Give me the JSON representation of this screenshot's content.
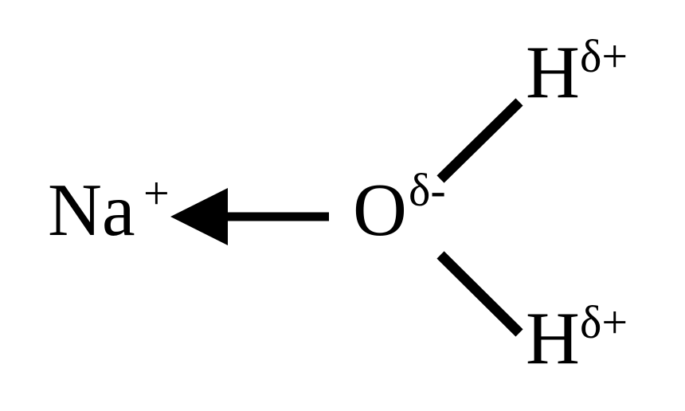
{
  "diagram": {
    "sodium": {
      "symbol": "Na",
      "charge": "+"
    },
    "oxygen": {
      "symbol": "O",
      "charge": "δ-"
    },
    "hydrogen_top": {
      "symbol": "H",
      "charge": "δ+"
    },
    "hydrogen_bottom": {
      "symbol": "H",
      "charge": "δ+"
    },
    "colors": {
      "ink": "#000000",
      "background": "#ffffff"
    }
  }
}
